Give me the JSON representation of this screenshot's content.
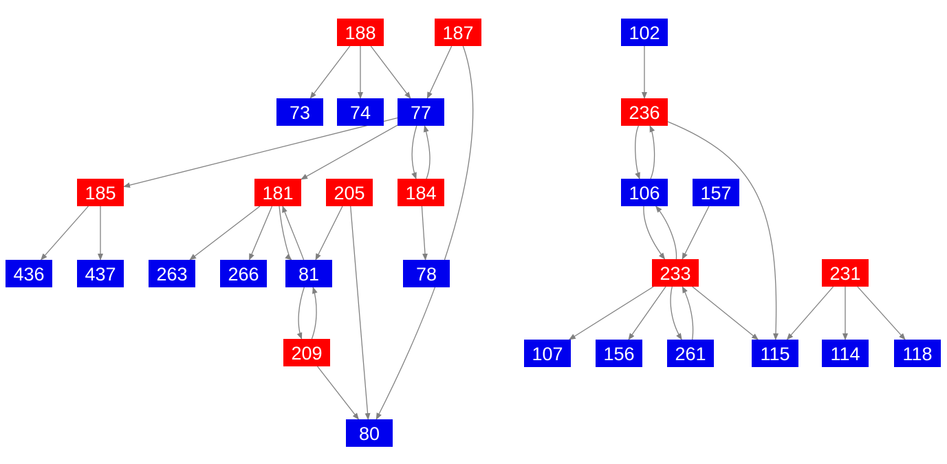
{
  "colors": {
    "red": "#ff0000",
    "blue": "#0000ee",
    "edge": "#808080",
    "label": "#ffffff"
  },
  "nodes": [
    {
      "id": "188",
      "label": "188",
      "color": "red"
    },
    {
      "id": "187",
      "label": "187",
      "color": "red"
    },
    {
      "id": "73",
      "label": "73",
      "color": "blue"
    },
    {
      "id": "74",
      "label": "74",
      "color": "blue"
    },
    {
      "id": "77",
      "label": "77",
      "color": "blue"
    },
    {
      "id": "185",
      "label": "185",
      "color": "red"
    },
    {
      "id": "181",
      "label": "181",
      "color": "red"
    },
    {
      "id": "205",
      "label": "205",
      "color": "red"
    },
    {
      "id": "184",
      "label": "184",
      "color": "red"
    },
    {
      "id": "436",
      "label": "436",
      "color": "blue"
    },
    {
      "id": "437",
      "label": "437",
      "color": "blue"
    },
    {
      "id": "263",
      "label": "263",
      "color": "blue"
    },
    {
      "id": "266",
      "label": "266",
      "color": "blue"
    },
    {
      "id": "81",
      "label": "81",
      "color": "blue"
    },
    {
      "id": "78",
      "label": "78",
      "color": "blue"
    },
    {
      "id": "209",
      "label": "209",
      "color": "red"
    },
    {
      "id": "80",
      "label": "80",
      "color": "blue"
    },
    {
      "id": "102",
      "label": "102",
      "color": "blue"
    },
    {
      "id": "236",
      "label": "236",
      "color": "red"
    },
    {
      "id": "106",
      "label": "106",
      "color": "blue"
    },
    {
      "id": "157",
      "label": "157",
      "color": "blue"
    },
    {
      "id": "233",
      "label": "233",
      "color": "red"
    },
    {
      "id": "231",
      "label": "231",
      "color": "red"
    },
    {
      "id": "107",
      "label": "107",
      "color": "blue"
    },
    {
      "id": "156",
      "label": "156",
      "color": "blue"
    },
    {
      "id": "261",
      "label": "261",
      "color": "blue"
    },
    {
      "id": "115",
      "label": "115",
      "color": "blue"
    },
    {
      "id": "114",
      "label": "114",
      "color": "blue"
    },
    {
      "id": "118",
      "label": "118",
      "color": "blue"
    }
  ],
  "edges": [
    {
      "from": "188",
      "to": "73"
    },
    {
      "from": "188",
      "to": "74"
    },
    {
      "from": "188",
      "to": "77"
    },
    {
      "from": "187",
      "to": "77"
    },
    {
      "from": "187",
      "to": "80"
    },
    {
      "from": "77",
      "to": "185"
    },
    {
      "from": "77",
      "to": "181"
    },
    {
      "from": "77",
      "to": "184"
    },
    {
      "from": "184",
      "to": "77"
    },
    {
      "from": "185",
      "to": "436"
    },
    {
      "from": "185",
      "to": "437"
    },
    {
      "from": "181",
      "to": "263"
    },
    {
      "from": "181",
      "to": "266"
    },
    {
      "from": "181",
      "to": "81"
    },
    {
      "from": "81",
      "to": "181"
    },
    {
      "from": "205",
      "to": "81"
    },
    {
      "from": "205",
      "to": "80"
    },
    {
      "from": "184",
      "to": "78"
    },
    {
      "from": "81",
      "to": "209"
    },
    {
      "from": "209",
      "to": "81"
    },
    {
      "from": "209",
      "to": "80"
    },
    {
      "from": "102",
      "to": "236"
    },
    {
      "from": "236",
      "to": "106"
    },
    {
      "from": "106",
      "to": "236"
    },
    {
      "from": "236",
      "to": "115"
    },
    {
      "from": "106",
      "to": "233"
    },
    {
      "from": "233",
      "to": "106"
    },
    {
      "from": "157",
      "to": "233"
    },
    {
      "from": "233",
      "to": "107"
    },
    {
      "from": "233",
      "to": "156"
    },
    {
      "from": "233",
      "to": "261"
    },
    {
      "from": "261",
      "to": "233"
    },
    {
      "from": "233",
      "to": "115"
    },
    {
      "from": "231",
      "to": "115"
    },
    {
      "from": "231",
      "to": "114"
    },
    {
      "from": "231",
      "to": "118"
    }
  ]
}
